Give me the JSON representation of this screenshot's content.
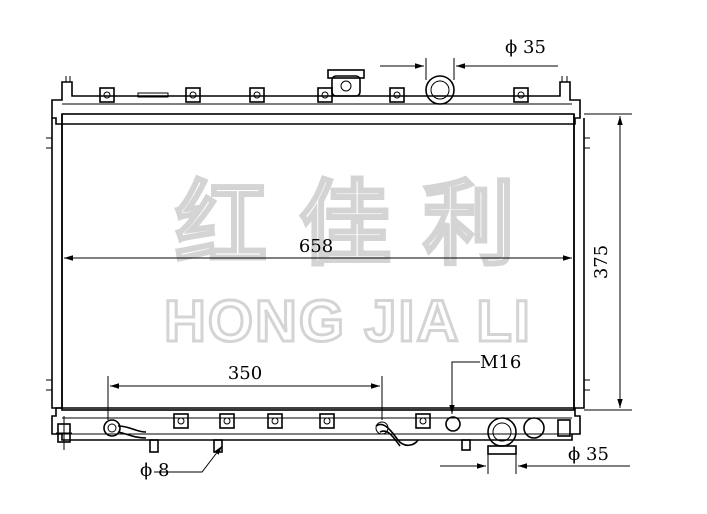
{
  "watermark": {
    "chinese": "红 佳 利",
    "english": "HONG JIA LI"
  },
  "dimensions": {
    "width": "658",
    "height": "375",
    "inlet_offset": "350",
    "top_pipe_diameter": "ϕ 35",
    "bottom_pipe_diameter": "ϕ 35",
    "small_pipe_diameter": "ϕ 8",
    "drain_thread": "M16"
  }
}
